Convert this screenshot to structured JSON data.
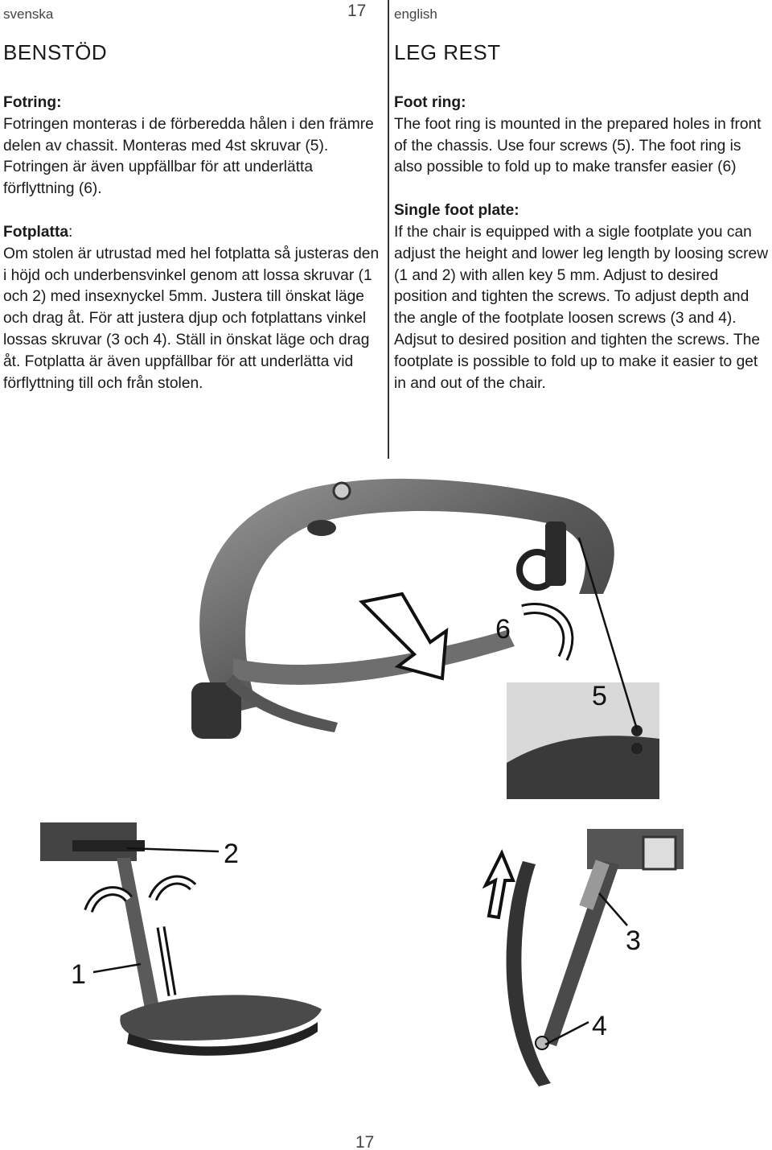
{
  "header": {
    "left_language": "svenska",
    "page_number": "17",
    "right_language": "english"
  },
  "swedish": {
    "title": "BENSTÖD",
    "foot_ring_heading": "Fotring:",
    "foot_ring_text": "Fotringen monteras i de förberedda hålen i den främre delen av chassit. Monteras med 4st skruvar (5). Fotringen är även uppfällbar för att underlätta förflyttning (6).",
    "foot_plate_heading": "Fotplatta",
    "foot_plate_colon": ":",
    "foot_plate_text": "Om stolen är utrustad med hel fotplatta så justeras den i höjd och underbensvinkel genom att lossa skruvar (1 och 2) med insexnyckel 5mm. Justera till önskat läge och drag åt. För att justera djup och fotplattans vinkel lossas skruvar (3 och 4). Ställ in önskat läge och drag åt. Fotplatta är även uppfällbar  för att underlätta vid förflyttning till och från stolen."
  },
  "english": {
    "title": "LEG REST",
    "foot_ring_heading": "Foot ring:",
    "foot_ring_text": "The foot ring is mounted in the prepared holes in front of the chassis. Use four screws (5). The foot ring is also possible to fold up to make transfer easier (6)",
    "foot_plate_heading": "Single foot plate:",
    "foot_plate_text": "If the chair is equipped with a sigle footplate you can adjust the height and lower leg length by loosing screw (1 and 2) with allen key 5 mm. Adjust to desired position and tighten the screws. To adjust depth and the angle of the footplate loosen screws (3 and 4). Adjsut to desired position and tighten the screws. The footplate is possible to fold up to make it easier to get in and out of the chair."
  },
  "figures": {
    "top_labels": [
      "6",
      "5"
    ],
    "bottom_left_labels": [
      "2",
      "1"
    ],
    "bottom_right_labels": [
      "3",
      "4"
    ]
  },
  "footer": {
    "page_number": "17"
  }
}
